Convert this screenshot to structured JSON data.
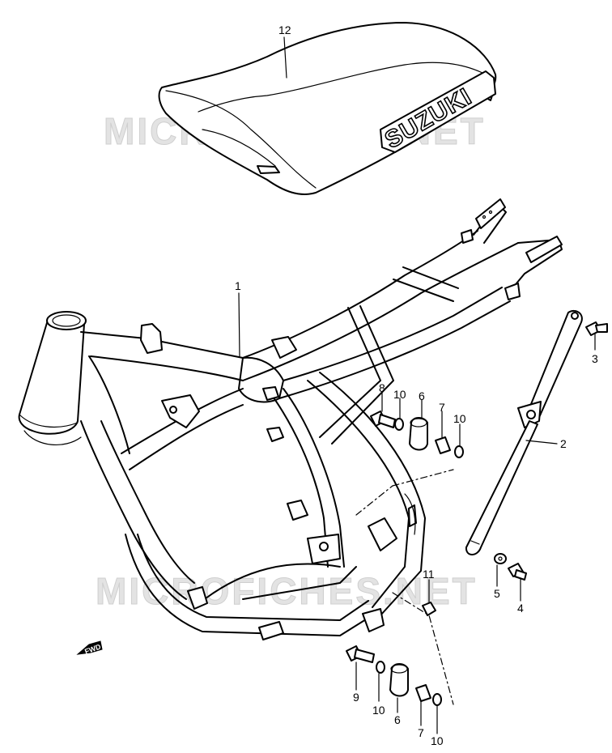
{
  "watermarks": [
    "MICROFICHES.NET",
    "MICROFICHES.NET"
  ],
  "seat": {
    "brand_text": "SUZUKI"
  },
  "fwd_label": "FWD",
  "callouts": [
    {
      "id": "c12",
      "text": "12"
    },
    {
      "id": "c1",
      "text": "1"
    },
    {
      "id": "c2",
      "text": "2"
    },
    {
      "id": "c3",
      "text": "3"
    },
    {
      "id": "c4",
      "text": "4"
    },
    {
      "id": "c5",
      "text": "5"
    },
    {
      "id": "c6a",
      "text": "6"
    },
    {
      "id": "c7a",
      "text": "7"
    },
    {
      "id": "c8",
      "text": "8"
    },
    {
      "id": "c10a",
      "text": "10"
    },
    {
      "id": "c10b",
      "text": "10"
    },
    {
      "id": "c11",
      "text": "11"
    },
    {
      "id": "c9",
      "text": "9"
    },
    {
      "id": "c10c",
      "text": "10"
    },
    {
      "id": "c6b",
      "text": "6"
    },
    {
      "id": "c7b",
      "text": "7"
    },
    {
      "id": "c10d",
      "text": "10"
    }
  ],
  "colors": {
    "line": "#000000",
    "background": "#ffffff",
    "watermark": "#e3e3e3"
  }
}
